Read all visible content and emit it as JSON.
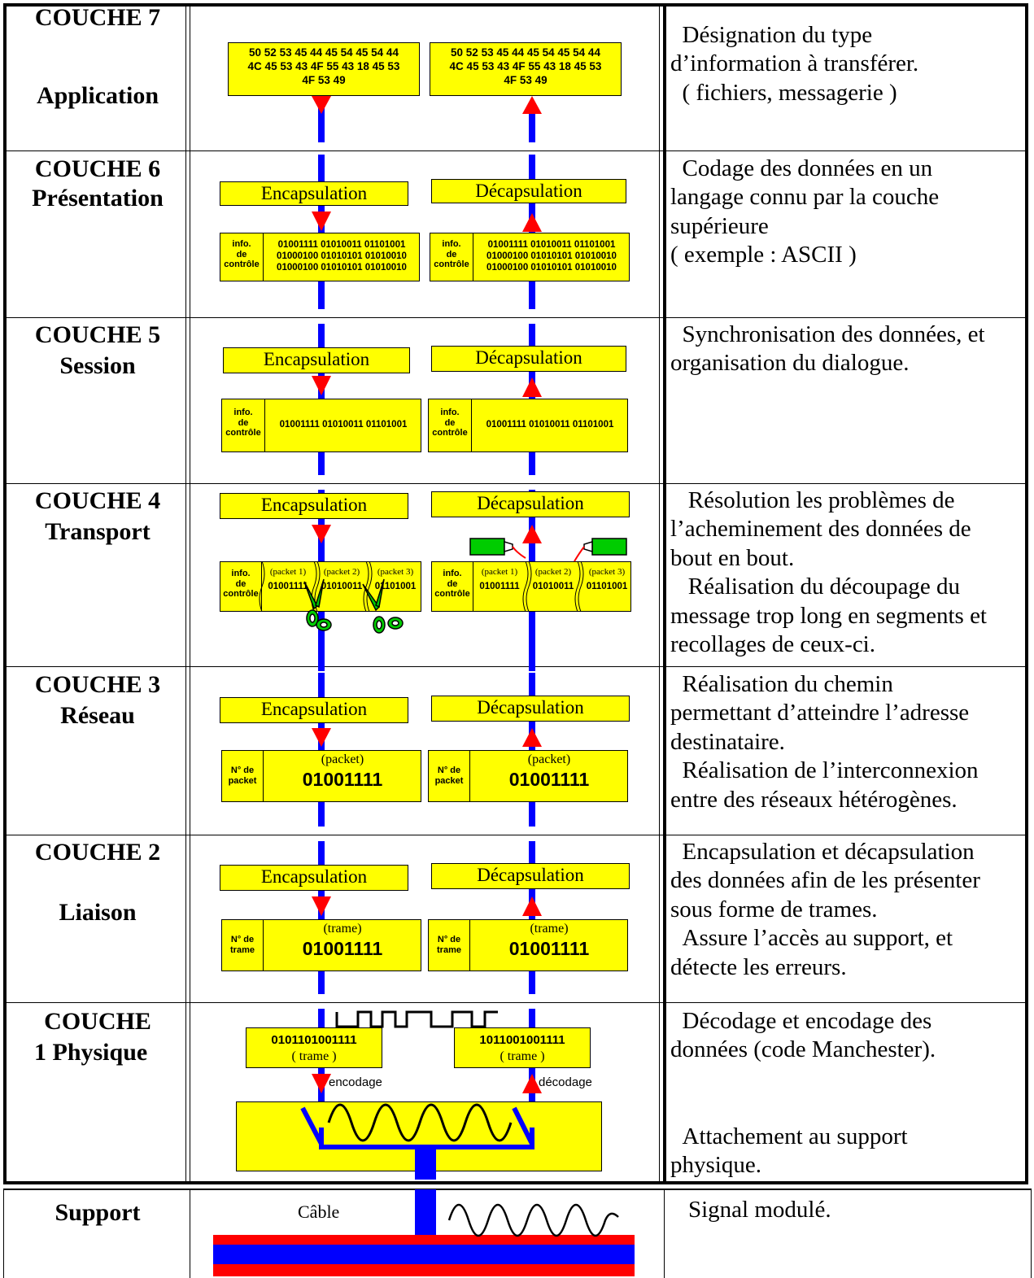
{
  "layers": [
    {
      "title": "COUCHE 7",
      "name": "Application",
      "desc": "  Désignation du type\nd’information à transférer.\n  ( fichiers, messagerie )"
    },
    {
      "title": "COUCHE 6",
      "name": "Présentation",
      "desc": "  Codage des données en un\nlangage connu par la couche\nsupérieure\n( exemple : ASCII )"
    },
    {
      "title": "COUCHE 5",
      "name": "Session",
      "desc": "  Synchronisation des données, et\norganisation du dialogue."
    },
    {
      "title": "COUCHE 4",
      "name": "Transport",
      "desc": "   Résolution les problèmes de\nl’acheminement des données de\nbout en bout.\n   Réalisation du découpage du\nmessage trop long en segments et\nrecollages de ceux-ci."
    },
    {
      "title": "COUCHE 3",
      "name": "Réseau",
      "desc": "  Réalisation du chemin\npermettant d’atteindre l’adresse\ndestinataire.\n  Réalisation de l’interconnexion\nentre des réseaux hétérogènes."
    },
    {
      "title": "COUCHE 2",
      "name": "Liaison",
      "desc": "  Encapsulation et décapsulation\ndes données afin de les présenter\nsous forme de trames.\n  Assure l’accès au support, et\ndétecte les erreurs."
    },
    {
      "title": "COUCHE",
      "name": "1   Physique",
      "desc": "  Décodage et encodage des\ndonnées (code Manchester).\n\n\n  Attachement au support\nphysique."
    }
  ],
  "support": {
    "title": "Support",
    "cable_label": "Câble",
    "desc": "Signal modulé."
  },
  "hex": [
    "50 52 53 45 44 45 54 45 54 44",
    "4C 45 53 43 4F 55 43 18 45 53",
    "4F 53 49"
  ],
  "labels": {
    "encap": "Encapsulation",
    "decap": "Décapsulation"
  },
  "info": [
    "info.",
    "de",
    "contrôle"
  ],
  "l6_bits": [
    "01001111 01010011 01101001",
    "01000100 01010101 01010010",
    "01000100 01010101 01010010"
  ],
  "l5_bits": "01001111 01010011 01101001",
  "l4": {
    "packets": [
      "(packet 1)",
      "(packet 2)",
      "(packet 3)"
    ],
    "bits": [
      "01001111",
      "01010011",
      "01101001"
    ]
  },
  "l3": {
    "num": [
      "N° de",
      "packet"
    ],
    "sub": "(packet)",
    "bits": "01001111"
  },
  "l2": {
    "num": [
      "N° de",
      "trame"
    ],
    "sub": "(trame)",
    "bits": "01001111"
  },
  "l1": {
    "left_bits": "0101101001111",
    "right_bits": "1011001001111",
    "sub": "( trame )",
    "encode": "encodage",
    "decode": "décodage"
  },
  "colors": {
    "yellow": "#ffff00",
    "blue": "#0000ff",
    "red": "#ff0000",
    "green": "#00cc00"
  }
}
